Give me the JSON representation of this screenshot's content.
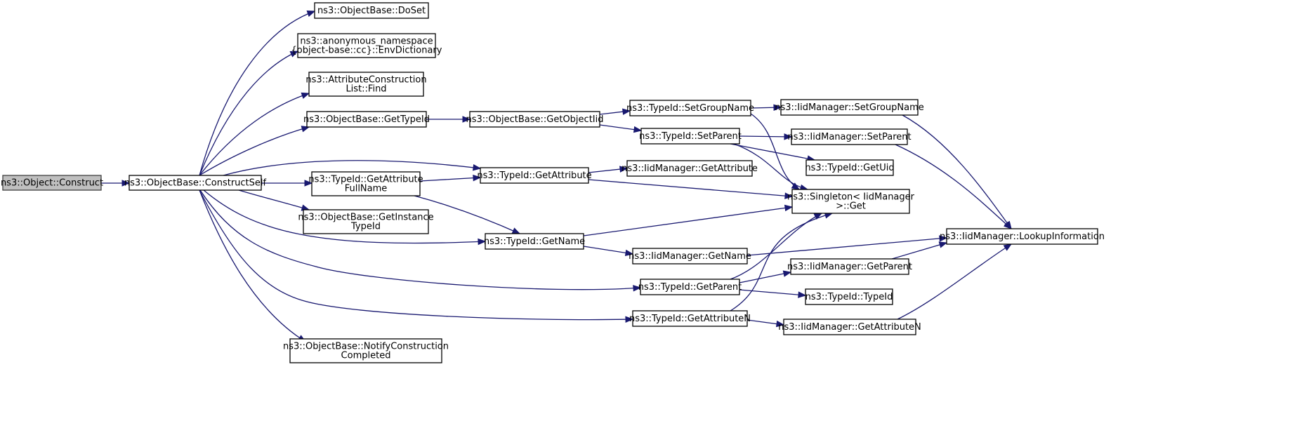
{
  "nodes": [
    {
      "id": "construct",
      "lines": [
        "ns3::Object::Construct"
      ],
      "root": true
    },
    {
      "id": "constructSelf",
      "lines": [
        "ns3::ObjectBase::ConstructSelf"
      ]
    },
    {
      "id": "doSet",
      "lines": [
        "ns3::ObjectBase::DoSet"
      ]
    },
    {
      "id": "envDict",
      "lines": [
        "ns3::anonymous_namespace",
        "{object-base::cc}::EnvDictionary"
      ]
    },
    {
      "id": "attrFind",
      "lines": [
        "ns3::AttributeConstruction",
        "List::Find"
      ]
    },
    {
      "id": "getTypeId",
      "lines": [
        "ns3::ObjectBase::GetTypeId"
      ]
    },
    {
      "id": "getAttrFullName",
      "lines": [
        "ns3::TypeId::GetAttribute",
        "FullName"
      ]
    },
    {
      "id": "getInstanceTypeId",
      "lines": [
        "ns3::ObjectBase::GetInstance",
        "TypeId"
      ]
    },
    {
      "id": "notifyConstruction",
      "lines": [
        "ns3::ObjectBase::NotifyConstruction",
        "Completed"
      ]
    },
    {
      "id": "getObjectIid",
      "lines": [
        "ns3::ObjectBase::GetObjectIid"
      ]
    },
    {
      "id": "tidGetAttribute",
      "lines": [
        "ns3::TypeId::GetAttribute"
      ]
    },
    {
      "id": "tidGetName",
      "lines": [
        "ns3::TypeId::GetName"
      ]
    },
    {
      "id": "tidSetGroupName",
      "lines": [
        "ns3::TypeId::SetGroupName"
      ]
    },
    {
      "id": "tidSetParent",
      "lines": [
        "ns3::TypeId::SetParent"
      ]
    },
    {
      "id": "iidGetAttribute",
      "lines": [
        "ns3::IidManager::GetAttribute"
      ]
    },
    {
      "id": "iidGetName",
      "lines": [
        "ns3::IidManager::GetName"
      ]
    },
    {
      "id": "tidGetParent",
      "lines": [
        "ns3::TypeId::GetParent"
      ]
    },
    {
      "id": "tidGetAttributeN",
      "lines": [
        "ns3::TypeId::GetAttributeN"
      ]
    },
    {
      "id": "iidSetGroupName",
      "lines": [
        "ns3::IidManager::SetGroupName"
      ]
    },
    {
      "id": "iidSetParent",
      "lines": [
        "ns3::IidManager::SetParent"
      ]
    },
    {
      "id": "tidGetUid",
      "lines": [
        "ns3::TypeId::GetUid"
      ]
    },
    {
      "id": "singletonGet",
      "lines": [
        "ns3::Singleton< IidManager",
        " >::Get"
      ]
    },
    {
      "id": "iidGetParent",
      "lines": [
        "ns3::IidManager::GetParent"
      ]
    },
    {
      "id": "tidTypeId",
      "lines": [
        "ns3::TypeId::TypeId"
      ]
    },
    {
      "id": "iidGetAttributeN",
      "lines": [
        "ns3::IidManager::GetAttributeN"
      ]
    },
    {
      "id": "iidLookup",
      "lines": [
        "ns3::IidManager::LookupInformation"
      ]
    }
  ],
  "edges": [
    {
      "from": "construct",
      "to": "constructSelf"
    },
    {
      "from": "constructSelf",
      "to": "doSet"
    },
    {
      "from": "constructSelf",
      "to": "envDict"
    },
    {
      "from": "constructSelf",
      "to": "attrFind"
    },
    {
      "from": "constructSelf",
      "to": "getTypeId"
    },
    {
      "from": "constructSelf",
      "to": "tidGetAttribute"
    },
    {
      "from": "constructSelf",
      "to": "getAttrFullName"
    },
    {
      "from": "constructSelf",
      "to": "getInstanceTypeId"
    },
    {
      "from": "constructSelf",
      "to": "tidGetName"
    },
    {
      "from": "constructSelf",
      "to": "tidGetParent"
    },
    {
      "from": "constructSelf",
      "to": "tidGetAttributeN"
    },
    {
      "from": "constructSelf",
      "to": "notifyConstruction"
    },
    {
      "from": "getTypeId",
      "to": "getObjectIid"
    },
    {
      "from": "getObjectIid",
      "to": "tidSetGroupName"
    },
    {
      "from": "getObjectIid",
      "to": "tidSetParent"
    },
    {
      "from": "getAttrFullName",
      "to": "tidGetAttribute"
    },
    {
      "from": "getAttrFullName",
      "to": "tidGetName"
    },
    {
      "from": "tidGetAttribute",
      "to": "iidGetAttribute"
    },
    {
      "from": "tidGetAttribute",
      "to": "singletonGet"
    },
    {
      "from": "tidGetName",
      "to": "singletonGet"
    },
    {
      "from": "tidGetName",
      "to": "iidGetName"
    },
    {
      "from": "tidSetGroupName",
      "to": "iidSetGroupName"
    },
    {
      "from": "tidSetGroupName",
      "to": "singletonGet"
    },
    {
      "from": "tidSetParent",
      "to": "iidSetParent"
    },
    {
      "from": "tidSetParent",
      "to": "tidGetUid"
    },
    {
      "from": "tidSetParent",
      "to": "singletonGet"
    },
    {
      "from": "tidGetParent",
      "to": "singletonGet"
    },
    {
      "from": "tidGetParent",
      "to": "iidGetParent"
    },
    {
      "from": "tidGetParent",
      "to": "tidTypeId"
    },
    {
      "from": "tidGetAttributeN",
      "to": "singletonGet"
    },
    {
      "from": "tidGetAttributeN",
      "to": "iidGetAttributeN"
    },
    {
      "from": "iidGetName",
      "to": "iidLookup"
    },
    {
      "from": "iidSetGroupName",
      "to": "iidLookup"
    },
    {
      "from": "iidSetParent",
      "to": "iidLookup"
    },
    {
      "from": "iidGetParent",
      "to": "iidLookup"
    },
    {
      "from": "iidGetAttributeN",
      "to": "iidLookup"
    }
  ]
}
